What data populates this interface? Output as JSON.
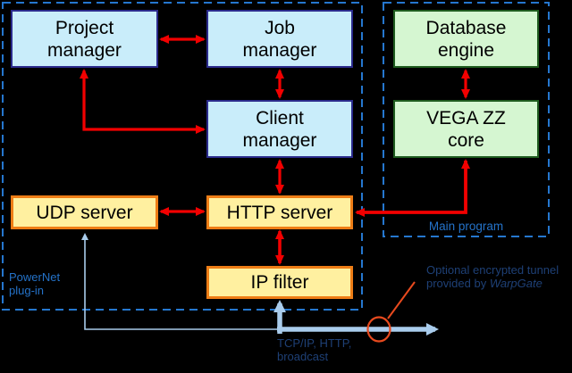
{
  "nodes": {
    "project_manager": {
      "line1": "Project",
      "line2": "manager"
    },
    "job_manager": {
      "line1": "Job",
      "line2": "manager"
    },
    "client_manager": {
      "line1": "Client",
      "line2": "manager"
    },
    "database_engine": {
      "line1": "Database",
      "line2": "engine"
    },
    "vega_zz_core": {
      "line1": "VEGA ZZ",
      "line2": "core"
    },
    "udp_server": {
      "label": "UDP server"
    },
    "http_server": {
      "label": "HTTP server"
    },
    "ip_filter": {
      "label": "IP filter"
    }
  },
  "groups": {
    "powernet": {
      "line1": "PowerNet",
      "line2": "plug-in"
    },
    "main_program": {
      "label": "Main program"
    }
  },
  "annotations": {
    "tunnel": {
      "line1": "Optional encrypted tunnel",
      "line2_prefix": "provided by ",
      "line2_emphasis": "WarpGate"
    },
    "transport": {
      "line1": "TCP/IP, HTTP,",
      "line2": "broadcast"
    }
  },
  "colors": {
    "background": "#000000",
    "node_blue_fill": "#C9EDFA",
    "node_blue_border": "#2B2B8C",
    "node_green_fill": "#D5F6D1",
    "node_green_border": "#1F5C1F",
    "node_yellow_fill": "#FFF0A0",
    "node_yellow_border": "#EE7D16",
    "arrow_red": "#F20000",
    "group_border_blue": "#2577CF",
    "label_bright_blue": "#2472C8",
    "label_dark_blue": "#1E4076",
    "tunnel_arrow_blue": "#A9CCEC",
    "highlight_circle_orange": "#E84A1E"
  }
}
